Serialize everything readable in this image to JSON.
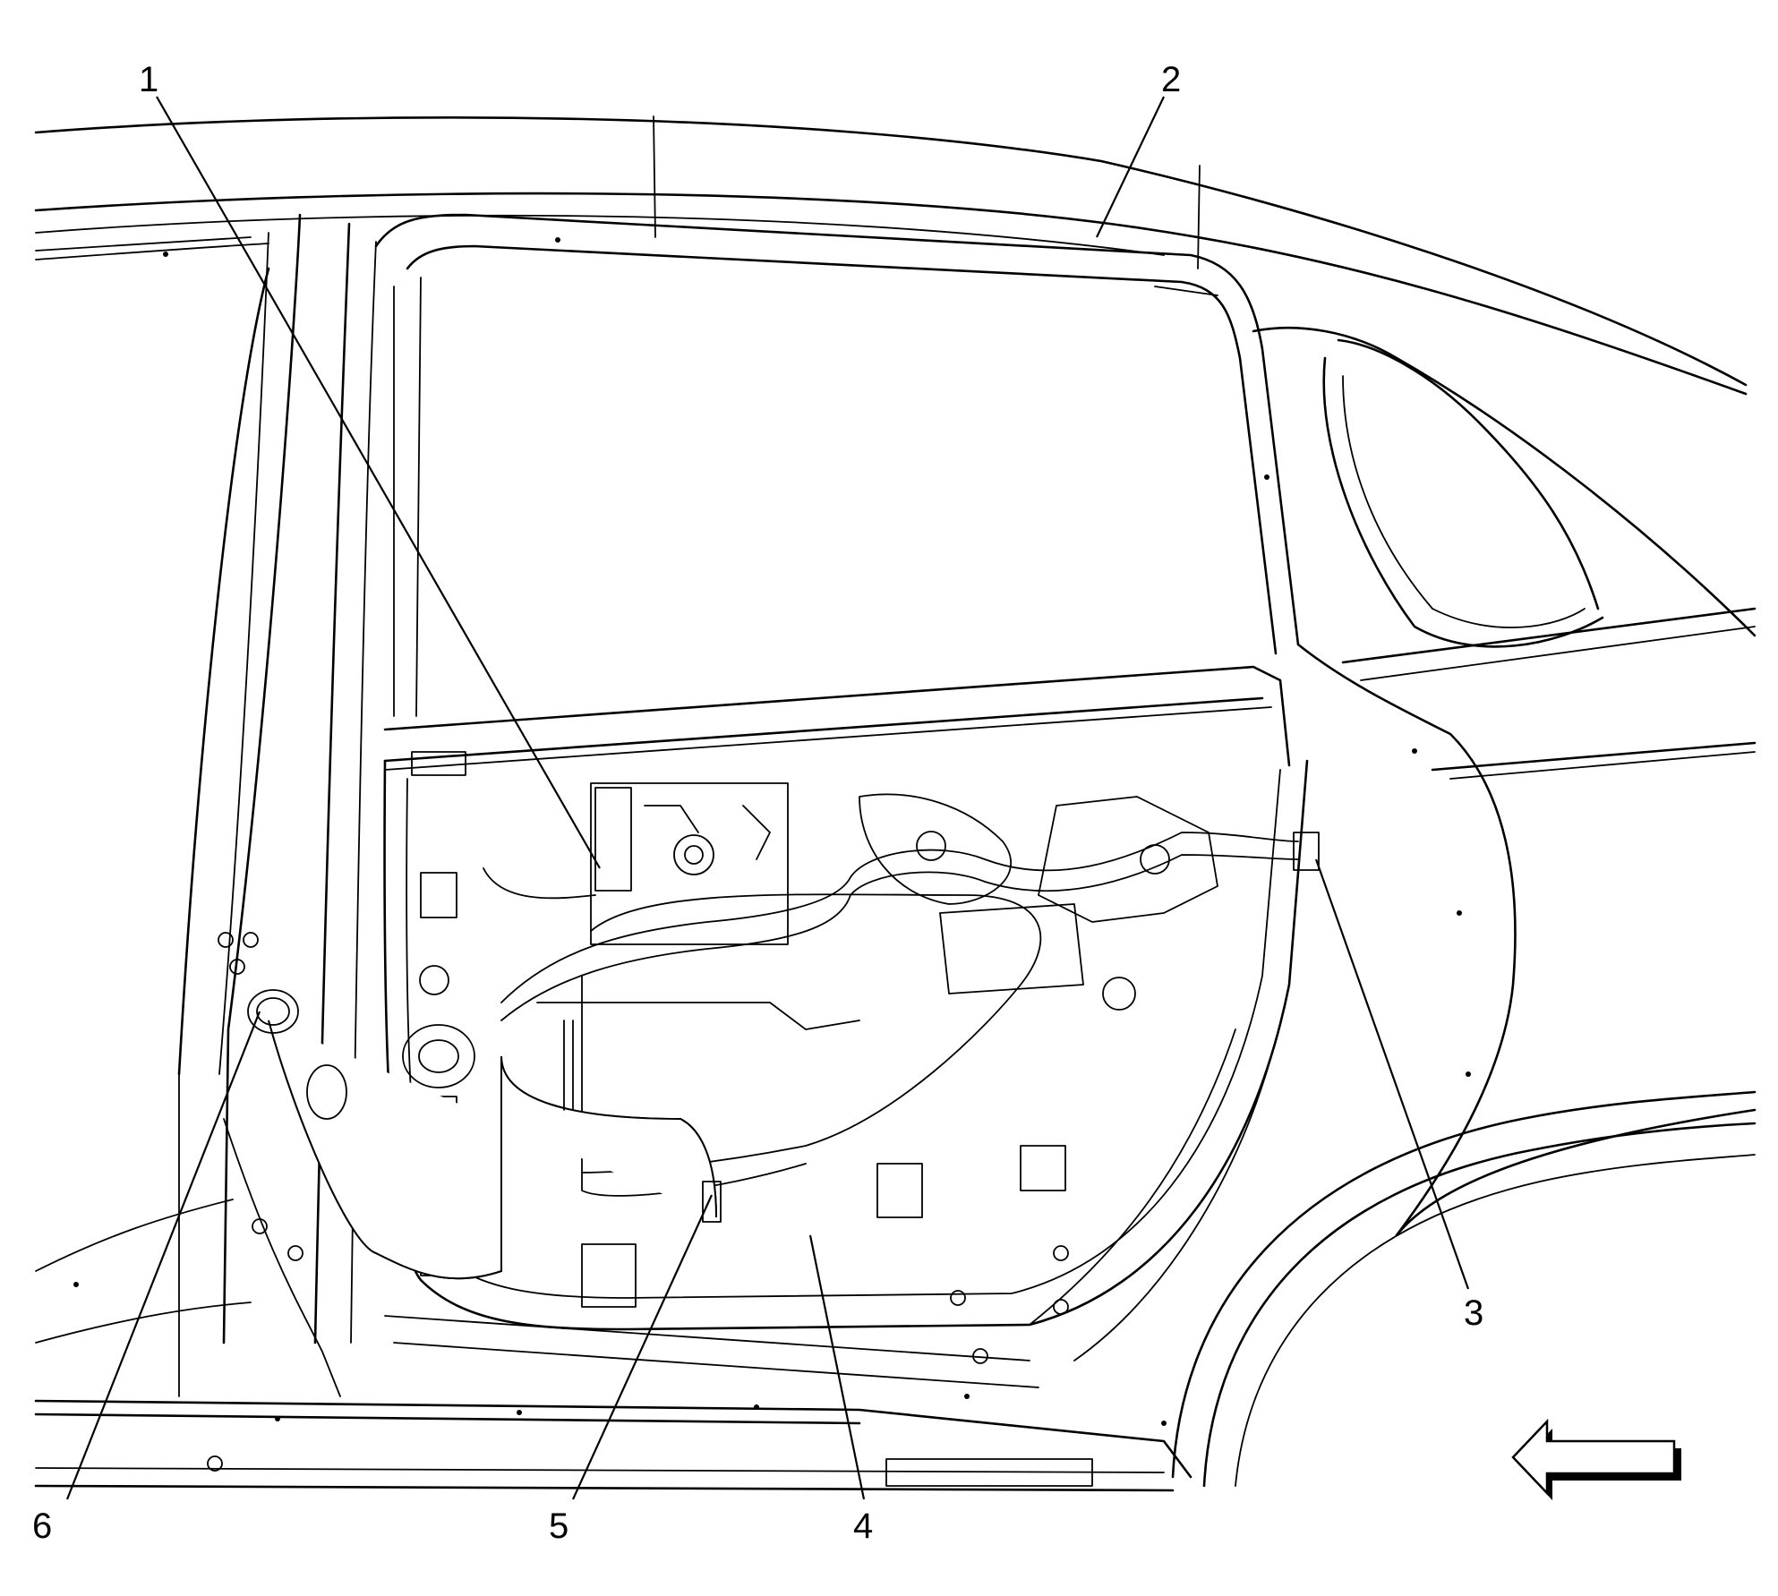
{
  "callouts": [
    {
      "id": "1",
      "label": "1"
    },
    {
      "id": "2",
      "label": "2"
    },
    {
      "id": "3",
      "label": "3"
    },
    {
      "id": "4",
      "label": "4"
    },
    {
      "id": "5",
      "label": "5"
    },
    {
      "id": "6",
      "label": "6"
    }
  ],
  "icons": {
    "direction_arrow": "left-arrow-icon"
  }
}
